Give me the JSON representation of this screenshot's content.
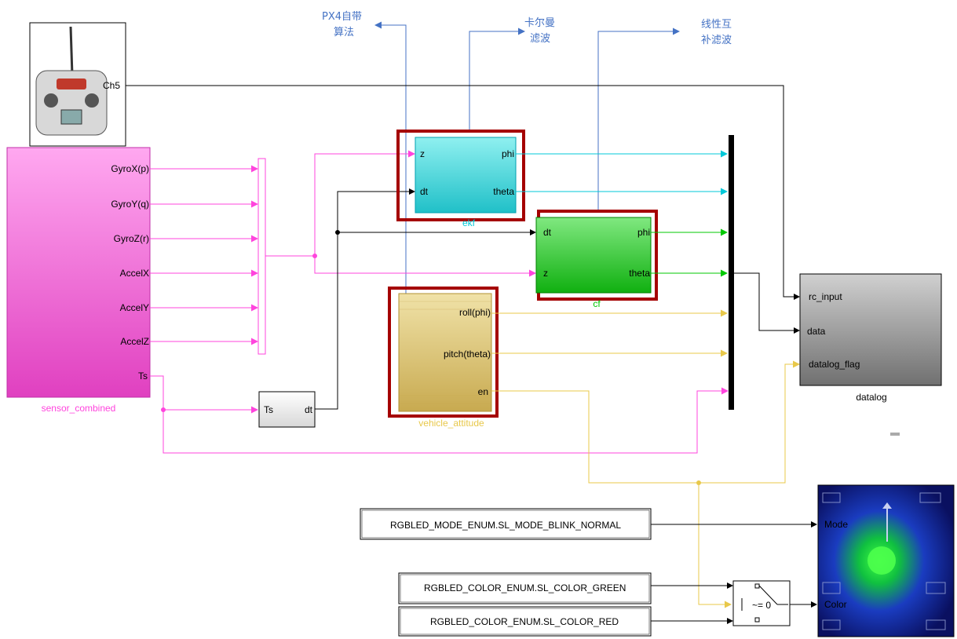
{
  "annotations": {
    "px4": [
      "PX4自带",
      "算法"
    ],
    "kalman": [
      "卡尔曼",
      "滤波"
    ],
    "complementary": [
      "线性互",
      "补滤波"
    ]
  },
  "rc": {
    "port": "Ch5"
  },
  "sensor_combined": {
    "name": "sensor_combined",
    "ports": [
      "GyroX(p)",
      "GyroY(q)",
      "GyroZ(r)",
      "AccelX",
      "AccelY",
      "AccelZ",
      "Ts"
    ]
  },
  "ts_block": {
    "in": "Ts",
    "out": "dt"
  },
  "ekf": {
    "name": "ekf",
    "in": [
      "z",
      "dt"
    ],
    "out": [
      "phi",
      "theta"
    ]
  },
  "cf": {
    "name": "cf",
    "in": [
      "dt",
      "z"
    ],
    "out": [
      "phi",
      "theta"
    ]
  },
  "vehicle_attitude": {
    "name": "vehicle_attitude",
    "out": [
      "roll(phi)",
      "pitch(theta)",
      "en"
    ]
  },
  "datalog": {
    "name": "datalog",
    "in": [
      "rc_input",
      "data",
      "datalog_flag"
    ]
  },
  "constants": {
    "mode": "RGBLED_MODE_ENUM.SL_MODE_BLINK_NORMAL",
    "green": "RGBLED_COLOR_ENUM.SL_COLOR_GREEN",
    "red": "RGBLED_COLOR_ENUM.SL_COLOR_RED"
  },
  "switch": {
    "label": "~= 0"
  },
  "led": {
    "mode_port": "Mode",
    "color_port": "Color"
  },
  "colors": {
    "pink": "#ff44dd",
    "cyan": "#00c8d8",
    "green": "#00c800",
    "gold": "#e8c84a",
    "blue": "#4472c4",
    "red_box": "#a50000"
  }
}
